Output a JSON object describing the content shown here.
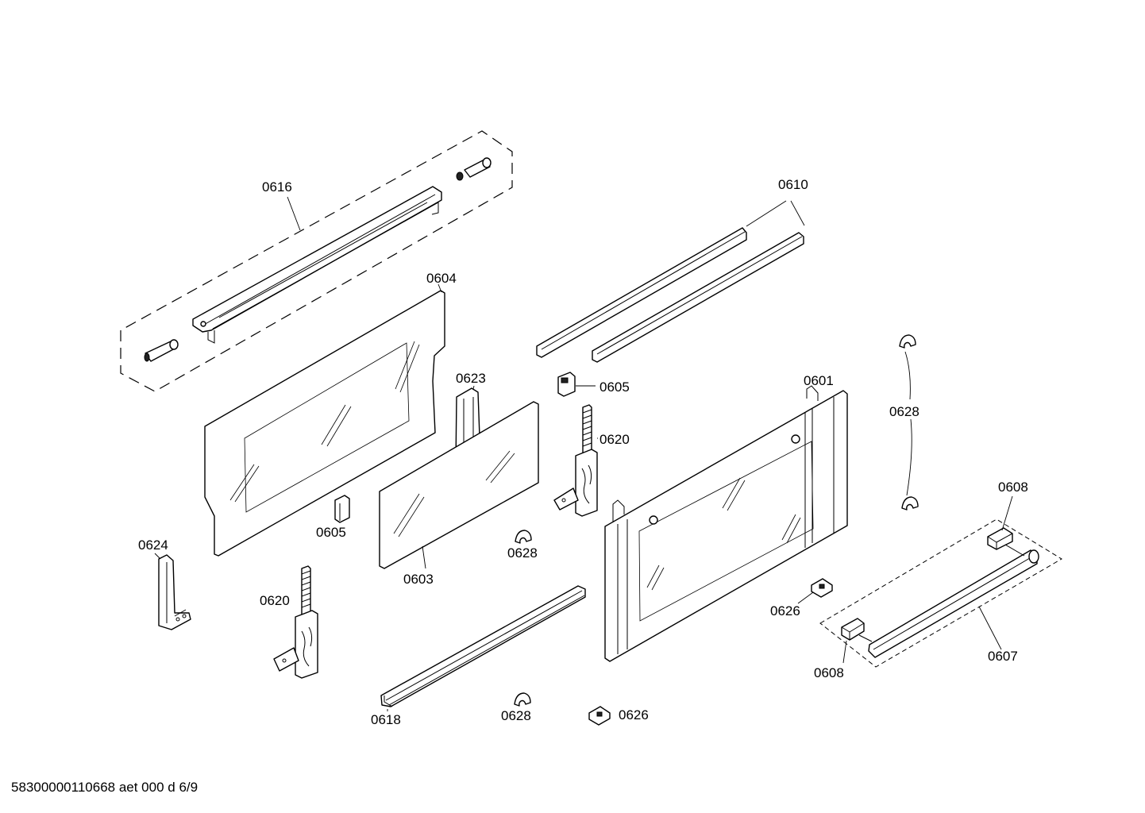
{
  "diagram": {
    "labels": {
      "p0616": "0616",
      "p0604": "0604",
      "p0610": "0610",
      "p0605_upper": "0605",
      "p0623": "0623",
      "p0620_right": "0620",
      "p0601": "0601",
      "p0628_right": "0628",
      "p0608_top": "0608",
      "p0605_lower": "0605",
      "p0603": "0603",
      "p0628_mid": "0628",
      "p0624": "0624",
      "p0620_left": "0620",
      "p0626_right": "0626",
      "p0607": "0607",
      "p0608_bottom": "0608",
      "p0618": "0618",
      "p0628_bottom": "0628",
      "p0626_bottom": "0626"
    },
    "footer": "58300000110668 aet 000 d 6/9"
  }
}
